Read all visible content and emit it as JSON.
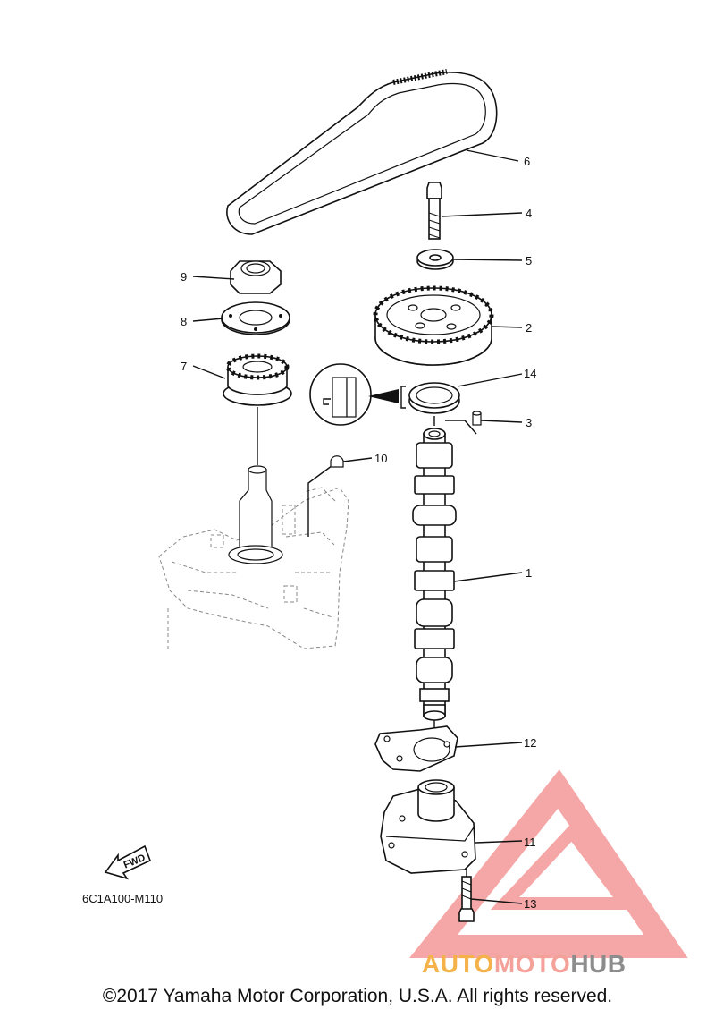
{
  "diagram": {
    "callouts": [
      {
        "id": "1",
        "label": "1"
      },
      {
        "id": "2",
        "label": "2"
      },
      {
        "id": "3",
        "label": "3"
      },
      {
        "id": "4",
        "label": "4"
      },
      {
        "id": "5",
        "label": "5"
      },
      {
        "id": "6",
        "label": "6"
      },
      {
        "id": "7",
        "label": "7"
      },
      {
        "id": "8",
        "label": "8"
      },
      {
        "id": "9",
        "label": "9"
      },
      {
        "id": "10",
        "label": "10"
      },
      {
        "id": "11",
        "label": "11"
      },
      {
        "id": "12",
        "label": "12"
      },
      {
        "id": "13",
        "label": "13"
      },
      {
        "id": "14",
        "label": "14"
      }
    ],
    "fwd_label": "FWD",
    "diagram_code": "6C1A100-M110"
  },
  "watermark": {
    "brand_part1": "AUTO",
    "brand_part2": "MOTO",
    "brand_part3": "HUB",
    "color_part1": "#f6b24a",
    "color_part2": "#f4a19a",
    "color_part3": "#8c8c8c",
    "logo_color": "#f28a8a"
  },
  "footer": {
    "copyright": "©2017 Yamaha Motor Corporation, U.S.A. All rights reserved."
  }
}
